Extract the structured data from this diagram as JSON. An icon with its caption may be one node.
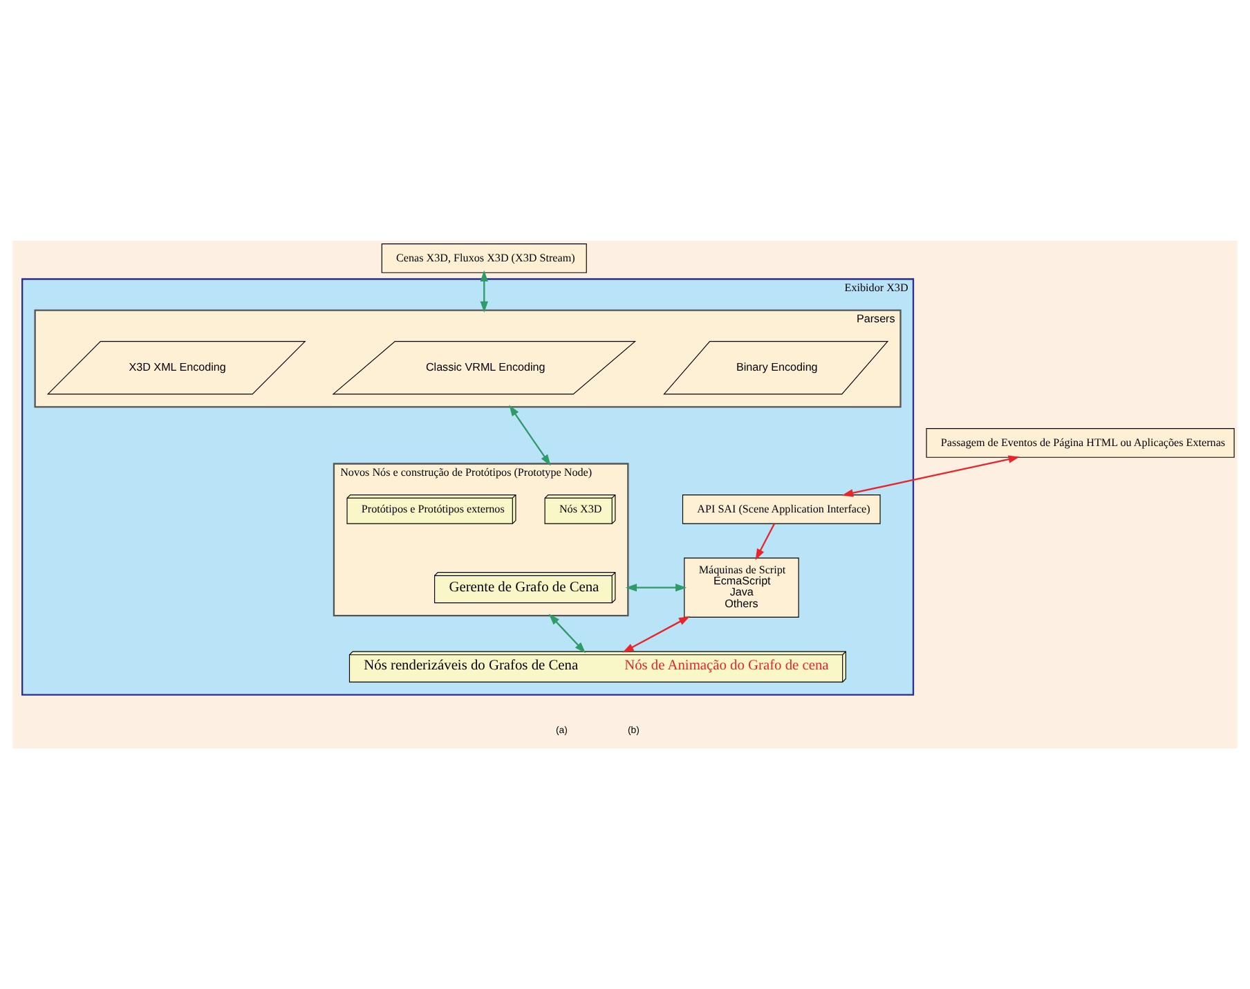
{
  "diagram": {
    "nodes": [
      {
        "text": [
          "Cenas X3D, Fluxos X3D (X3D Stream)"
        ]
      },
      {
        "text": [
          "Passagem de Eventos de Página HTML ou Aplicações Externas"
        ]
      },
      {
        "text": [
          "Exibidor X3D"
        ]
      },
      {
        "text": [
          "Parsers"
        ],
        "in": 2
      },
      {
        "text": [
          "X3D XML Encoding"
        ],
        "in": 3
      },
      {
        "text": [
          "Classic VRML Encoding"
        ],
        "in": 3
      },
      {
        "text": [
          "Binary Encoding"
        ],
        "in": 3
      },
      {
        "text": [
          "API SAI (Scene Application Interface)"
        ],
        "in": 2
      },
      {
        "text": [
          "Novos Nós e construção de Protótipos (Prototype Node)"
        ],
        "in": 2
      },
      {
        "text": [
          "Nós X3D"
        ],
        "in": 8
      },
      {
        "text": [
          "Protótipos e Protótipos externos"
        ],
        "in": 8
      },
      {
        "text": [
          "Gerente de Grafo de Cena"
        ],
        "in": 8
      },
      {
        "text": [
          "Máquinas de Script",
          "EcmaScript",
          "Java",
          "Others"
        ],
        "in": 2
      },
      {
        "text": [
          "Nós renderizáveis do Grafos de Cena",
          "Nós de Animação do Grafo de cena"
        ],
        "in": 2
      }
    ],
    "edges": [
      {
        "from": 0,
        "to": 3,
        "arrow": "both",
        "color": "#2e9b68"
      },
      {
        "from": 1,
        "to": 7,
        "arrow": "both",
        "color": "#e8252b"
      },
      {
        "from": 3,
        "to": 8,
        "arrow": "both",
        "color": "#2e9b68"
      },
      {
        "from": 7,
        "to": 12,
        "arrow": "to",
        "color": "#e8252b"
      },
      {
        "from": 8,
        "to": 12,
        "arrow": "both",
        "color": "#2e9b68"
      },
      {
        "from": 8,
        "to": 13,
        "arrow": "both",
        "color": "#2e9b68"
      },
      {
        "from": 12,
        "to": 13,
        "arrow": "both",
        "color": "#e8252b"
      }
    ],
    "labels": [
      "(a)",
      "(b)"
    ]
  }
}
